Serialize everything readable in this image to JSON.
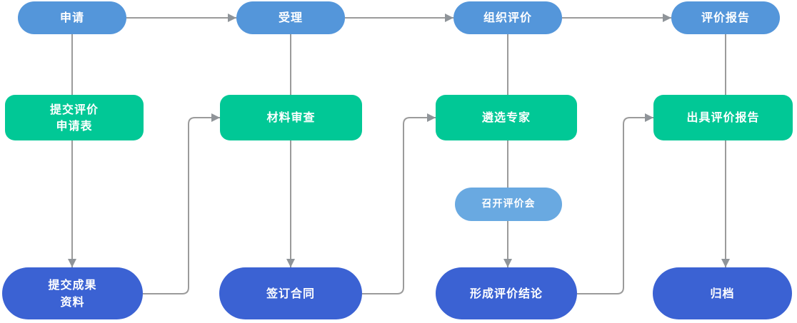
{
  "colors": {
    "canvas_bg": "#ffffff",
    "phase_blue": "#5496da",
    "step_green": "#01c896",
    "result_blue": "#3b62d3",
    "meeting_blue": "#69a9e1",
    "connector_gray": "#9b9b9b",
    "arrow_gray": "#8f9499",
    "label_white": "#ffffff"
  },
  "phases": [
    {
      "label": "申请"
    },
    {
      "label": "受理"
    },
    {
      "label": "组织评价"
    },
    {
      "label": "评价报告"
    }
  ],
  "steps": [
    {
      "label": "提交评价\n申请表"
    },
    {
      "label": "材料审查"
    },
    {
      "label": "遴选专家"
    },
    {
      "label": "出具评价报告"
    }
  ],
  "meeting": {
    "label": "召开评价会"
  },
  "results": [
    {
      "label": "提交成果\n资料"
    },
    {
      "label": "签订合同"
    },
    {
      "label": "形成评价结论"
    },
    {
      "label": "归档"
    }
  ],
  "edges": [
    {
      "from": "申请",
      "to": "受理"
    },
    {
      "from": "受理",
      "to": "组织评价"
    },
    {
      "from": "组织评价",
      "to": "评价报告"
    },
    {
      "from": "申请",
      "to": "提交评价申请表"
    },
    {
      "from": "受理",
      "to": "材料审查"
    },
    {
      "from": "组织评价",
      "to": "遴选专家"
    },
    {
      "from": "评价报告",
      "to": "出具评价报告"
    },
    {
      "from": "提交评价申请表",
      "to": "提交成果资料"
    },
    {
      "from": "材料审查",
      "to": "签订合同"
    },
    {
      "from": "遴选专家",
      "to": "召开评价会"
    },
    {
      "from": "召开评价会",
      "to": "形成评价结论"
    },
    {
      "from": "出具评价报告",
      "to": "归档"
    },
    {
      "from": "提交成果资料",
      "to": "材料审查"
    },
    {
      "from": "签订合同",
      "to": "遴选专家"
    },
    {
      "from": "形成评价结论",
      "to": "出具评价报告"
    }
  ]
}
